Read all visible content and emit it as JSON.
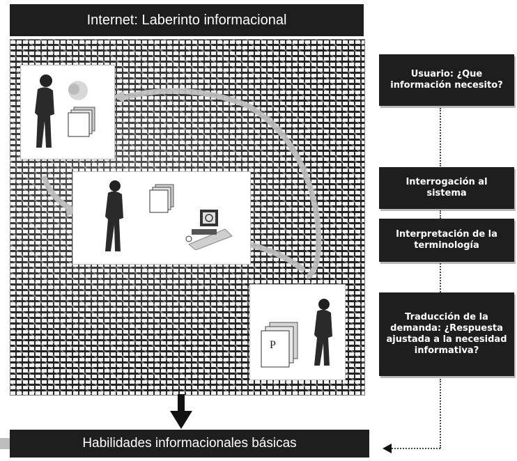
{
  "title": "Internet: Laberinto informacional",
  "side_steps": [
    "Usuario: ¿Que información necesito?",
    "Interrogación al sistema",
    "Interpretación de la terminología",
    "Traducción de la demanda: ¿Respuesta ajustada a la necesidad informativa?"
  ],
  "outcome": "Habilidades informacionales básicas",
  "document_letter": "P",
  "colors": {
    "box_fill": "#1e1e1e",
    "box_text": "#ffffff",
    "maze_line": "#222222",
    "maze_bg": "#f2f2f2"
  },
  "icons": [
    "person-silhouette-icon",
    "document-stack-icon",
    "computer-icon",
    "maze-icon",
    "arrow-icon"
  ]
}
